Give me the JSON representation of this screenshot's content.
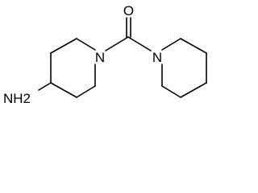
{
  "molecule": {
    "atoms": {
      "oxygen": "O",
      "nitrogen_left": "N",
      "nitrogen_right": "N",
      "amine": "NH2"
    },
    "colors": {
      "background": "#ffffff",
      "bond": "#000000",
      "label": "#000000"
    }
  }
}
